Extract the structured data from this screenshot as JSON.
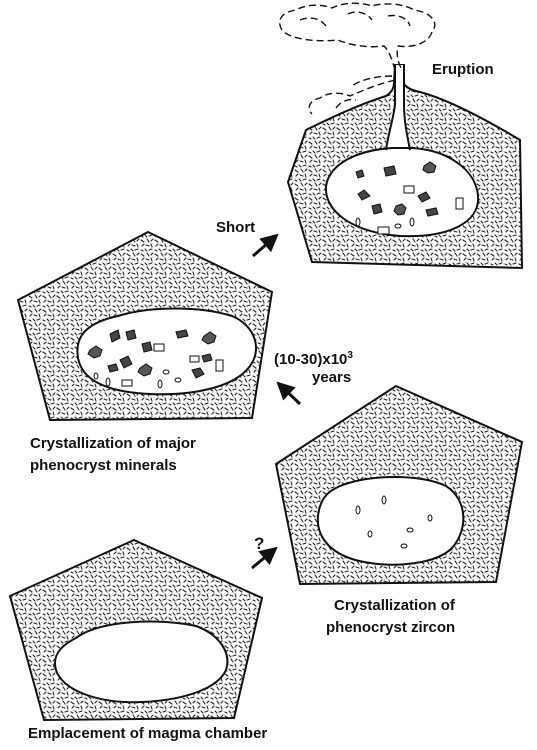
{
  "diagram": {
    "colors": {
      "ink": "#111111",
      "paper": "#ffffff"
    },
    "stages": [
      {
        "id": "emplacement",
        "label": "Emplacement of magma chamber"
      },
      {
        "id": "zircon",
        "label_line1": "Crystallization of",
        "label_line2": "phenocryst zircon"
      },
      {
        "id": "major",
        "label_line1": "Crystallization of major",
        "label_line2": "phenocryst minerals"
      },
      {
        "id": "eruption",
        "label": "Eruption"
      }
    ],
    "transitions": [
      {
        "from": "emplacement",
        "to": "zircon",
        "label": "?"
      },
      {
        "from": "zircon",
        "to": "major",
        "label_line1": "(10-30)x10",
        "label_sup": "3",
        "label_line2": "years"
      },
      {
        "from": "major",
        "to": "eruption",
        "label": "Short"
      }
    ]
  }
}
